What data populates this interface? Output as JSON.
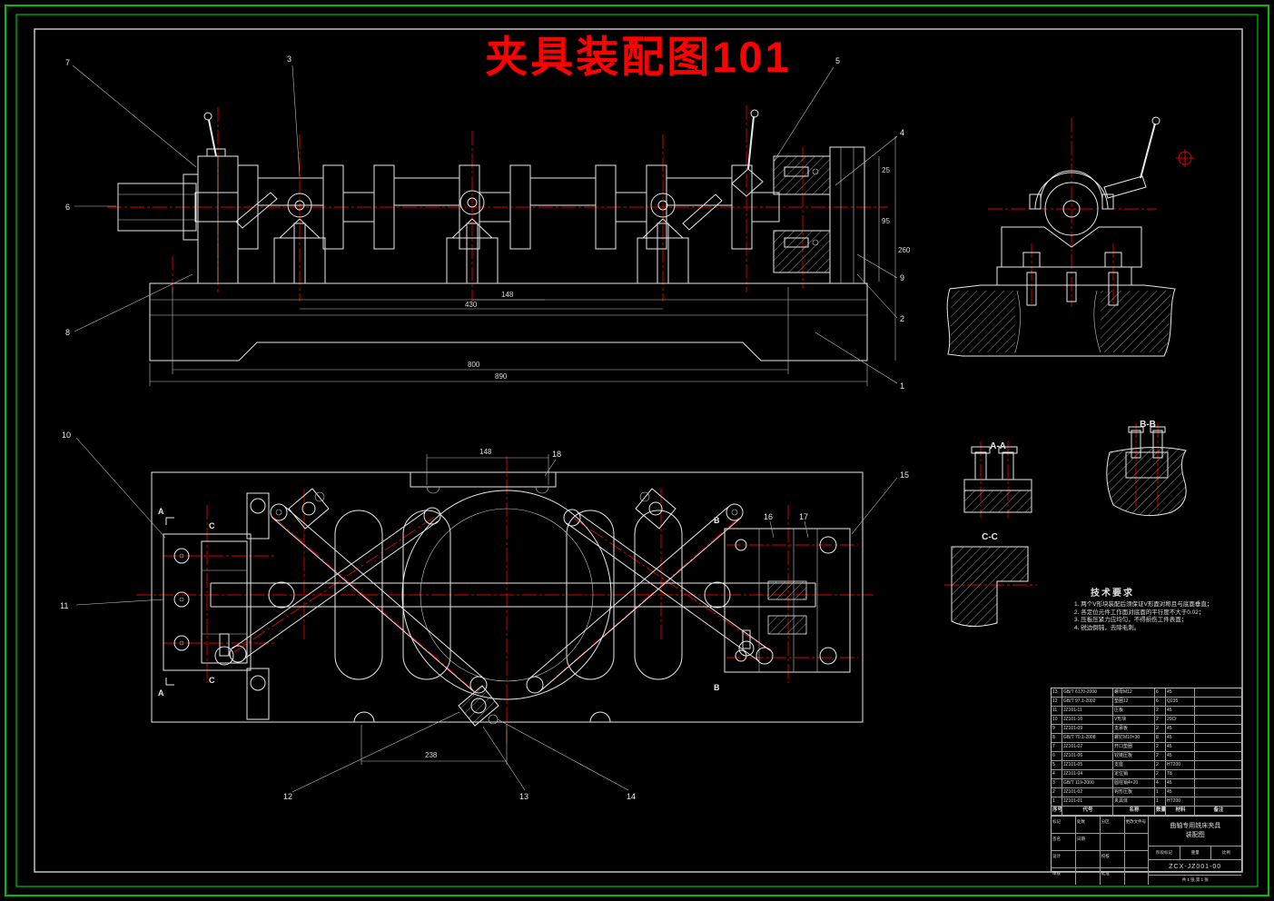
{
  "title": "夹具装配图101",
  "colors": {
    "background": "#000000",
    "frame": "#00c000",
    "lines": "#e8e8e8",
    "centerline": "#dd0000",
    "title": "#ff0000"
  },
  "sections": {
    "aa": "A-A",
    "bb": "B-B",
    "cc": "C-C"
  },
  "letters": {
    "a": "A",
    "b": "B",
    "c": "C"
  },
  "tech": {
    "heading": "技术要求",
    "lines": [
      "1. 两个V形块装配后须保证V形面对称且与底面垂直；",
      "2. 各定位元件工作面对底面的平行度不大于0.02；",
      "3. 压板压紧力应均匀，不得损伤工件表面；",
      "4. 锐边倒钝，去除毛刺。"
    ]
  },
  "dims": {
    "front_inner": "800",
    "front_total": "890",
    "front_mid": "430",
    "front_small": "148",
    "front_h1": "25",
    "front_h2": "95",
    "front_h3": "260",
    "plan_top": "148",
    "plan_bottom": "238"
  },
  "balloons": [
    "1",
    "2",
    "3",
    "4",
    "5",
    "6",
    "7",
    "8",
    "9",
    "10",
    "11",
    "12",
    "13",
    "14",
    "15",
    "16",
    "17",
    "18"
  ],
  "parts": {
    "header": {
      "no": "序号",
      "code": "代号",
      "name": "名称",
      "qty": "数量",
      "mat": "材料",
      "note": "备注"
    },
    "rows": [
      {
        "no": "13",
        "code": "GB/T 6170-2000",
        "name": "螺母M12",
        "qty": "6",
        "mat": "45",
        "note": ""
      },
      {
        "no": "12",
        "code": "GB/T 97.1-2002",
        "name": "垫圈12",
        "qty": "6",
        "mat": "Q235",
        "note": ""
      },
      {
        "no": "11",
        "code": "JZ101-11",
        "name": "压板",
        "qty": "2",
        "mat": "45",
        "note": ""
      },
      {
        "no": "10",
        "code": "JZ101-10",
        "name": "V形块",
        "qty": "2",
        "mat": "20Cr",
        "note": ""
      },
      {
        "no": "9",
        "code": "JZ101-09",
        "name": "支承板",
        "qty": "2",
        "mat": "45",
        "note": ""
      },
      {
        "no": "8",
        "code": "GB/T 70.1-2008",
        "name": "螺钉M10×30",
        "qty": "8",
        "mat": "45",
        "note": ""
      },
      {
        "no": "7",
        "code": "JZ101-07",
        "name": "开口垫圈",
        "qty": "2",
        "mat": "45",
        "note": ""
      },
      {
        "no": "6",
        "code": "JZ101-06",
        "name": "铰链压板",
        "qty": "2",
        "mat": "45",
        "note": ""
      },
      {
        "no": "5",
        "code": "JZ101-05",
        "name": "支座",
        "qty": "2",
        "mat": "HT200",
        "note": ""
      },
      {
        "no": "4",
        "code": "JZ101-04",
        "name": "定位销",
        "qty": "2",
        "mat": "T8",
        "note": ""
      },
      {
        "no": "3",
        "code": "GB/T 119-2000",
        "name": "圆柱销4×20",
        "qty": "4",
        "mat": "45",
        "note": ""
      },
      {
        "no": "2",
        "code": "JZ101-02",
        "name": "钩形压板",
        "qty": "1",
        "mat": "45",
        "note": ""
      },
      {
        "no": "1",
        "code": "JZ101-01",
        "name": "夹具体",
        "qty": "1",
        "mat": "HT200",
        "note": ""
      }
    ],
    "title_block": {
      "labels": [
        "标记",
        "处数",
        "分区",
        "更改文件号",
        "签名",
        "日期",
        "设计",
        "校核",
        "审核",
        "批准"
      ],
      "stage": [
        "阶段标记",
        "重量",
        "比例"
      ],
      "title_line1": "曲轴专用铣床夹具",
      "title_line2": "装配图",
      "drawing_no": "ZCX-JZ001-00",
      "sheet": "共 1 张  第 1 张"
    }
  }
}
